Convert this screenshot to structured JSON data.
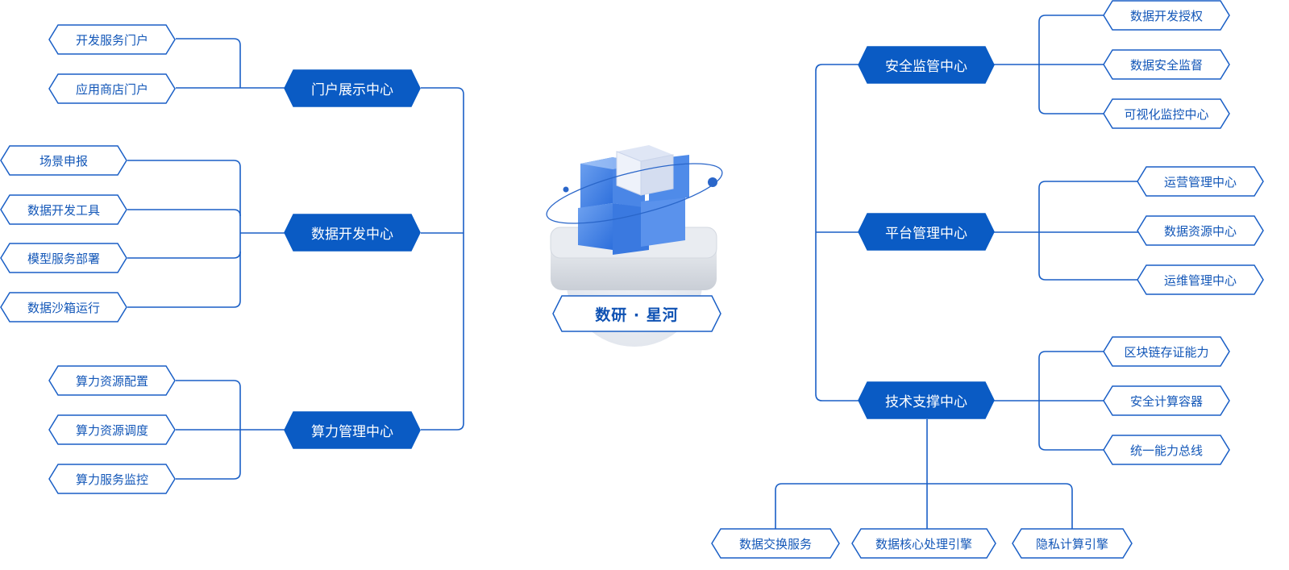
{
  "center": {
    "label": "数研 · 星河"
  },
  "hubs": {
    "portal": "门户展示中心",
    "datadev": "数据开发中心",
    "compute": "算力管理中心",
    "security": "安全监管中心",
    "platform": "平台管理中心",
    "tech": "技术支撑中心"
  },
  "leaves": {
    "portal": [
      "开发服务门户",
      "应用商店门户"
    ],
    "datadev": [
      "场景申报",
      "数据开发工具",
      "模型服务部署",
      "数据沙箱运行"
    ],
    "compute": [
      "算力资源配置",
      "算力资源调度",
      "算力服务监控"
    ],
    "security": [
      "数据开发授权",
      "数据安全监督",
      "可视化监控中心"
    ],
    "platform": [
      "运营管理中心",
      "数据资源中心",
      "运维管理中心"
    ],
    "tech": [
      "区块链存证能力",
      "安全计算容器",
      "统一能力总线"
    ],
    "tech_bottom": [
      "数据交换服务",
      "数据核心处理引擎",
      "隐私计算引擎"
    ]
  },
  "colors": {
    "primary": "#0a5bc4",
    "line": "#1a5fc6",
    "leaf_border": "#1a5fc6"
  }
}
